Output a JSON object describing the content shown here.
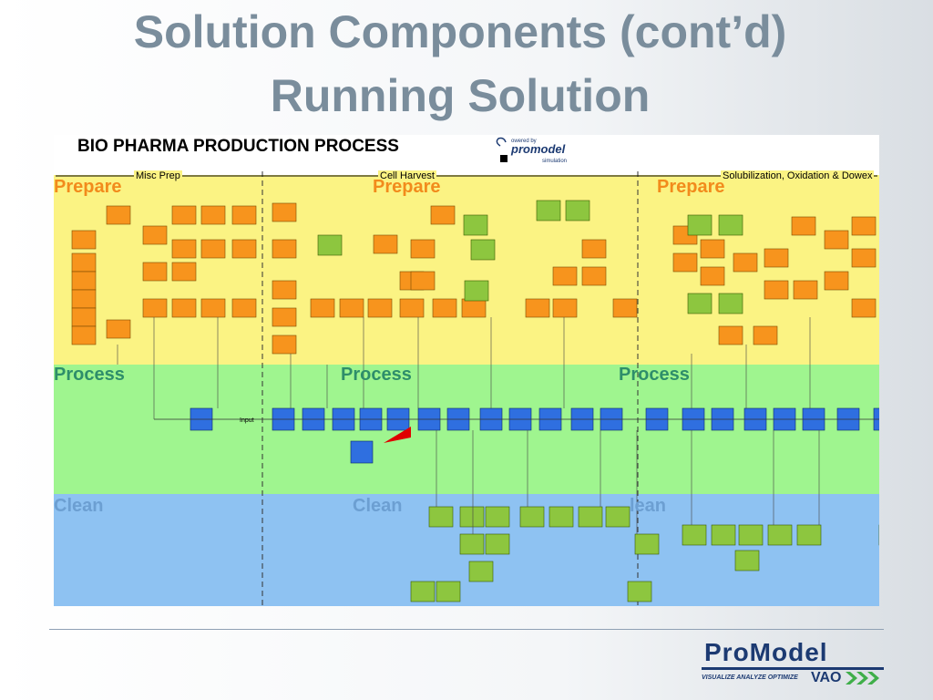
{
  "slide": {
    "title_line_1": "Solution Components (cont’d)",
    "title_line_2": "Running Solution"
  },
  "diagram": {
    "header_title": "BIO PHARMA PRODUCTION PROCESS",
    "logo": {
      "top_text": "owered by",
      "brand": "promodel",
      "sub": "simulation"
    },
    "sections": [
      {
        "label": "Misc Prep"
      },
      {
        "label": "Cell Harvest"
      },
      {
        "label": "Solubilization, Oxidation & Dowex"
      }
    ],
    "bands": {
      "prepare": [
        "Prepare",
        "Prepare",
        "Prepare"
      ],
      "process": [
        "Process",
        "Process",
        "Process"
      ],
      "clean": [
        "Clean",
        "Clean",
        "lean"
      ]
    },
    "input_label": "Input",
    "colors": {
      "prepare_band": "#fbf383",
      "process_band": "#9ff58f",
      "clean_band": "#8ec2f2",
      "orange_node": "#f7941d",
      "blue_node": "#2f6fe0",
      "green_node": "#8dc63f"
    }
  },
  "footer": {
    "brand": "ProModel",
    "tagline": "VISUALIZE ANALYZE OPTIMIZE",
    "vao": "VAO"
  }
}
